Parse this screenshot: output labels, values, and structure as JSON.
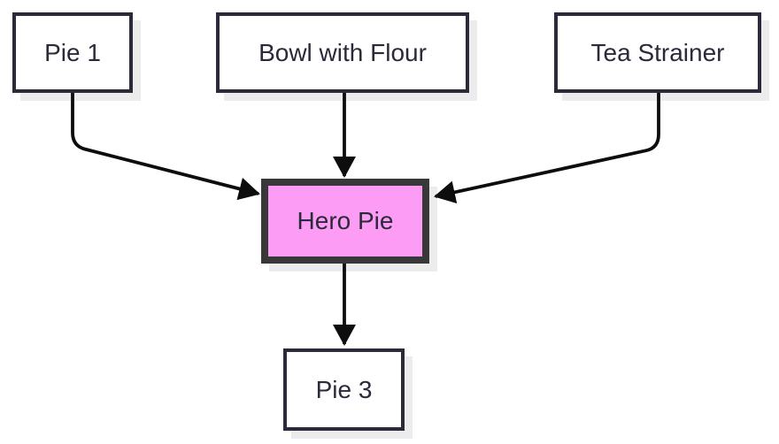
{
  "diagram": {
    "type": "flowchart",
    "direction": "top-down",
    "nodes": [
      {
        "id": "pie1",
        "label": "Pie 1",
        "style": "default"
      },
      {
        "id": "bowl-with-flour",
        "label": "Bowl with Flour",
        "style": "default"
      },
      {
        "id": "tea-strainer",
        "label": "Tea Strainer",
        "style": "default"
      },
      {
        "id": "hero-pie",
        "label": "Hero Pie",
        "style": "highlighted-pink"
      },
      {
        "id": "pie3",
        "label": "Pie 3",
        "style": "default"
      }
    ],
    "edges": [
      {
        "from": "pie1",
        "to": "hero-pie",
        "arrow": "filled-triangle"
      },
      {
        "from": "bowl-with-flour",
        "to": "hero-pie",
        "arrow": "filled-triangle"
      },
      {
        "from": "tea-strainer",
        "to": "hero-pie",
        "arrow": "filled-triangle"
      },
      {
        "from": "hero-pie",
        "to": "pie3",
        "arrow": "filled-triangle"
      }
    ],
    "colors": {
      "background": "#ffffff",
      "node_fill": "#ffffff",
      "node_border": "#2a2a3b",
      "node_text": "#2a2a3b",
      "hero_fill": "#fc9cf4",
      "hero_border": "#383838",
      "arrow": "#0d0d0d",
      "shadow": "#ececec"
    }
  }
}
